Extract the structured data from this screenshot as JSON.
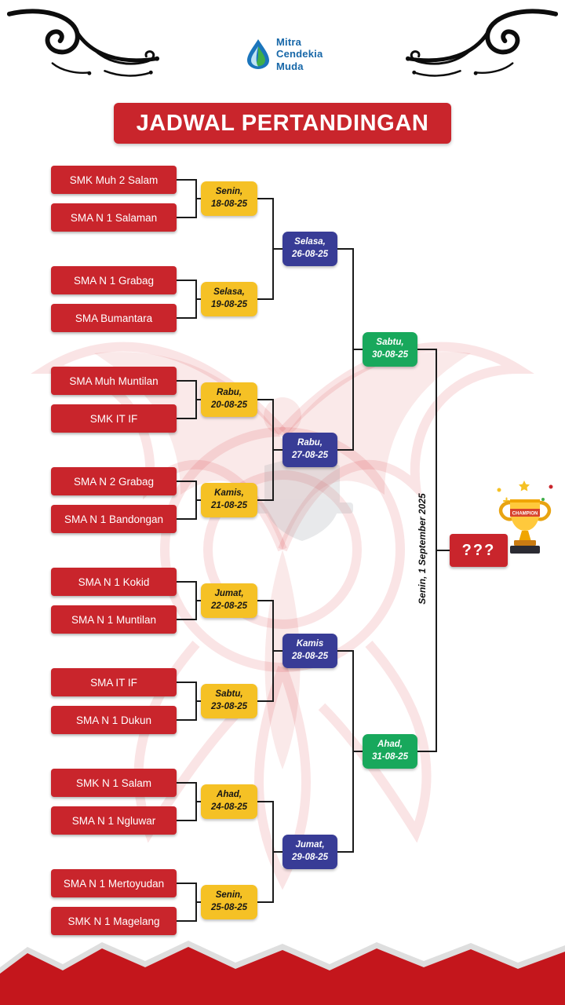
{
  "logo": {
    "line1": "Mitra",
    "line2": "Cendekia",
    "line3": "Muda"
  },
  "title": "JADWAL PERTANDINGAN",
  "bracket": {
    "teams": [
      "SMK Muh 2 Salam",
      "SMA N 1 Salaman",
      "SMA N 1 Grabag",
      "SMA Bumantara",
      "SMA Muh Muntilan",
      "SMK IT IF",
      "SMA N 2 Grabag",
      "SMA N 1 Bandongan",
      "SMA N 1 Kokid",
      "SMA N 1 Muntilan",
      "SMA IT IF",
      "SMA N 1 Dukun",
      "SMK N 1 Salam",
      "SMA N 1 Ngluwar",
      "SMA N 1 Mertoyudan",
      "SMK N 1 Magelang"
    ],
    "round1": [
      {
        "day": "Senin,",
        "date": "18-08-25"
      },
      {
        "day": "Selasa,",
        "date": "19-08-25"
      },
      {
        "day": "Rabu,",
        "date": "20-08-25"
      },
      {
        "day": "Kamis,",
        "date": "21-08-25"
      },
      {
        "day": "Jumat,",
        "date": "22-08-25"
      },
      {
        "day": "Sabtu,",
        "date": "23-08-25"
      },
      {
        "day": "Ahad,",
        "date": "24-08-25"
      },
      {
        "day": "Senin,",
        "date": "25-08-25"
      }
    ],
    "round2": [
      {
        "day": "Selasa,",
        "date": "26-08-25"
      },
      {
        "day": "Rabu,",
        "date": "27-08-25"
      },
      {
        "day": "Kamis",
        "date": "28-08-25"
      },
      {
        "day": "Jumat,",
        "date": "29-08-25"
      }
    ],
    "semifinals": [
      {
        "day": "Sabtu,",
        "date": "30-08-25"
      },
      {
        "day": "Ahad,",
        "date": "31-08-25"
      }
    ],
    "final_date": "Senin, 1 September 2025",
    "champion_placeholder": "???",
    "trophy_label": "CHAMPION"
  },
  "colors": {
    "red": "#C9252C",
    "yellow": "#F5C125",
    "blue": "#383C96",
    "green": "#18A85C",
    "logo_blue": "#1767A8"
  }
}
